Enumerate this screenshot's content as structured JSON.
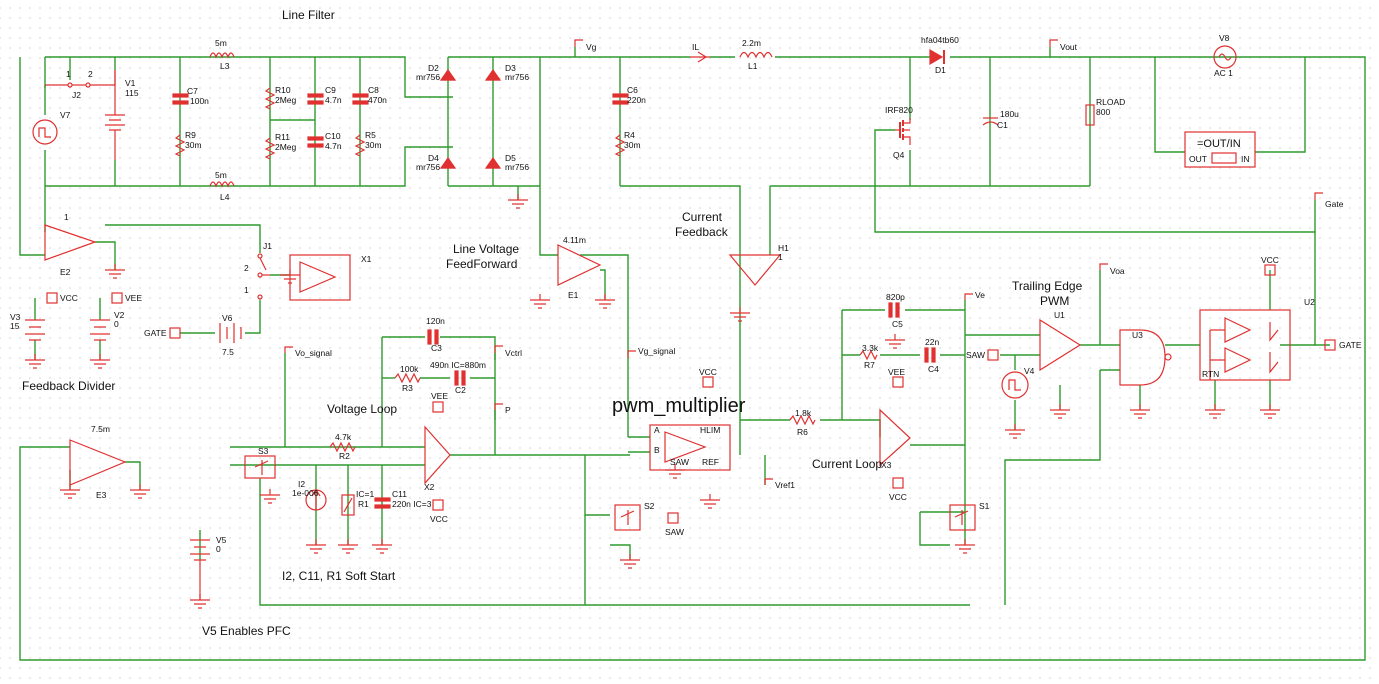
{
  "annotations": {
    "line_filter": "Line Filter",
    "feedback_divider": "Feedback Divider",
    "line_voltage_ff": [
      "Line Voltage",
      "FeedForward"
    ],
    "current_feedback": [
      "Current",
      "Feedback"
    ],
    "voltage_loop": "Voltage Loop",
    "current_loop": "Current Loop",
    "trailing_edge": [
      "Trailing Edge",
      "PWM"
    ],
    "soft_start": "I2, C11, R1 Soft Start",
    "v5_enables": "V5 Enables PFC",
    "pwm_multiplier": "pwm_multiplier"
  },
  "nets": {
    "vg": "Vg",
    "vout": "Vout",
    "vo_signal": "Vo_signal",
    "vctrl": "Vctrl",
    "vg_signal": "Vg_signal",
    "p": "P",
    "ve": "Ve",
    "voa": "Voa",
    "gate": "Gate",
    "gate_out": "GATE",
    "gate_in": "GATE",
    "vref1": "Vref1",
    "vcc": "VCC",
    "vee": "VEE",
    "saw": "SAW"
  },
  "components": {
    "L3": {
      "ref": "L3",
      "value": "5m"
    },
    "L4": {
      "ref": "L4",
      "value": "5m"
    },
    "C7": {
      "ref": "C7",
      "value": "100n"
    },
    "R9": {
      "ref": "R9",
      "value": "30m"
    },
    "R10": {
      "ref": "R10",
      "value": "2Meg"
    },
    "R11": {
      "ref": "R11",
      "value": "2Meg"
    },
    "C9": {
      "ref": "C9",
      "value": "4.7n"
    },
    "C10": {
      "ref": "C10",
      "value": "4.7n"
    },
    "C8": {
      "ref": "C8",
      "value": "470n"
    },
    "R5": {
      "ref": "R5",
      "value": "30m"
    },
    "V1": {
      "ref": "V1",
      "value": "115"
    },
    "V7": {
      "ref": "V7"
    },
    "J2": {
      "ref": "J2",
      "pins": [
        "1",
        "2"
      ]
    },
    "D2": {
      "ref": "D2",
      "value": "mr756"
    },
    "D3": {
      "ref": "D3",
      "value": "mr756"
    },
    "D4": {
      "ref": "D4",
      "value": "mr756"
    },
    "D5": {
      "ref": "D5",
      "value": "mr756"
    },
    "C6": {
      "ref": "C6",
      "value": "220n"
    },
    "R4": {
      "ref": "R4",
      "value": "30m"
    },
    "IL": {
      "ref": "IL"
    },
    "L1": {
      "ref": "L1",
      "value": "2.2m"
    },
    "D1": {
      "ref": "D1",
      "value": "hfa04tb60"
    },
    "Q4": {
      "ref": "Q4",
      "value": "IRF820"
    },
    "C1": {
      "ref": "C1",
      "value": "180u"
    },
    "RLOAD": {
      "ref": "RLOAD",
      "value": "800"
    },
    "V8": {
      "ref": "V8",
      "value": "AC 1"
    },
    "BODE": {
      "expr": "=OUT/IN",
      "out": "OUT",
      "in": "IN"
    },
    "E2": {
      "ref": "E2",
      "value": "1"
    },
    "J1": {
      "ref": "J1",
      "pins": [
        "2",
        "1"
      ]
    },
    "X1": {
      "ref": "X1"
    },
    "V3": {
      "ref": "V3",
      "value": "15"
    },
    "V2": {
      "ref": "V2",
      "value": "0"
    },
    "V6": {
      "ref": "V6",
      "value": "7.5"
    },
    "E1": {
      "ref": "E1",
      "value": "4.11m"
    },
    "H1": {
      "ref": "H1",
      "value": "1"
    },
    "C3": {
      "ref": "C3",
      "value": "120n"
    },
    "R3": {
      "ref": "R3",
      "value": "100k"
    },
    "C2": {
      "ref": "C2",
      "value": "490n IC=880m"
    },
    "R2": {
      "ref": "R2",
      "value": "4.7k"
    },
    "X2": {
      "ref": "X2"
    },
    "E3": {
      "ref": "E3",
      "value": "7.5m"
    },
    "S3": {
      "ref": "S3"
    },
    "I2": {
      "ref": "I2",
      "value": "1e-006"
    },
    "R1": {
      "ref": "R1",
      "value": "IC=1"
    },
    "C11": {
      "ref": "C11",
      "value": "220n IC=3"
    },
    "V5": {
      "ref": "V5",
      "value": "0"
    },
    "S2": {
      "ref": "S2"
    },
    "MULT": {
      "pins": {
        "a": "A",
        "b": "B",
        "hlim": "HLIM",
        "saw": "SAW",
        "ref": "REF"
      }
    },
    "C5": {
      "ref": "C5",
      "value": "820p"
    },
    "R7": {
      "ref": "R7",
      "value": "3.3k"
    },
    "C4": {
      "ref": "C4",
      "value": "22n"
    },
    "R6": {
      "ref": "R6",
      "value": "1.8k"
    },
    "X3": {
      "ref": "X3"
    },
    "S1": {
      "ref": "S1"
    },
    "V4": {
      "ref": "V4"
    },
    "U1": {
      "ref": "U1"
    },
    "U3": {
      "ref": "U3"
    },
    "U2": {
      "ref": "U2",
      "rtn": "RTN"
    }
  },
  "colors": {
    "wire": "#2f9a2f",
    "component": "#e03030",
    "grid": "#b8b8b8"
  }
}
